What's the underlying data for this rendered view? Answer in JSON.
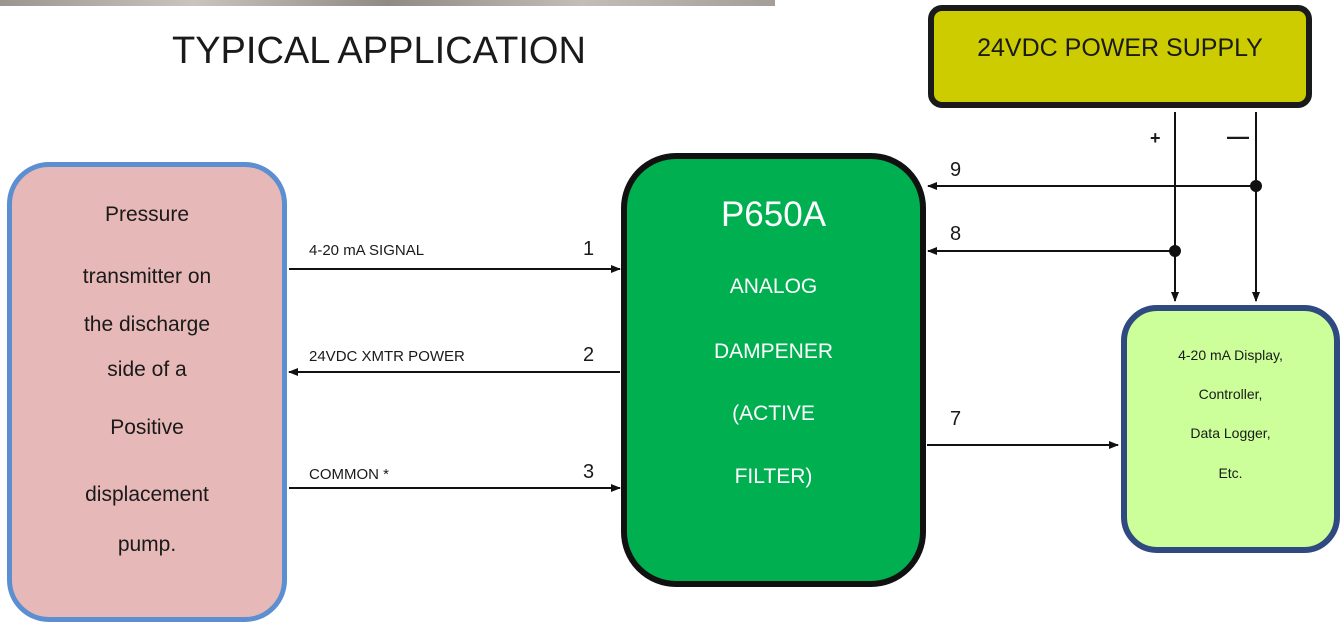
{
  "title": "TYPICAL APPLICATION",
  "power_supply": {
    "label": "24VDC POWER SUPPLY",
    "plus": "+",
    "minus": "—"
  },
  "transmitter": {
    "lines": [
      "Pressure",
      "transmitter on",
      "the  discharge",
      "side of a",
      "Positive",
      "displacement",
      "pump."
    ]
  },
  "dampener": {
    "model": "P650A",
    "lines": [
      "ANALOG",
      "DAMPENER",
      "(ACTIVE",
      "FILTER)"
    ]
  },
  "display": {
    "lines": [
      "4-20 mA Display,",
      "Controller,",
      "Data Logger,",
      "Etc."
    ]
  },
  "connections": [
    {
      "pin": "1",
      "label": "4-20 mA SIGNAL"
    },
    {
      "pin": "2",
      "label": "24VDC XMTR POWER"
    },
    {
      "pin": "3",
      "label": "COMMON  *"
    },
    {
      "pin": "7",
      "label": ""
    },
    {
      "pin": "8",
      "label": ""
    },
    {
      "pin": "9",
      "label": ""
    }
  ],
  "colors": {
    "transmitter_fill": "#e6b8b7",
    "transmitter_border": "#5b8fd1",
    "dampener_fill": "#00b050",
    "display_fill": "#ccff99",
    "display_border": "#2e4a80",
    "power_supply_fill": "#cccc00"
  }
}
